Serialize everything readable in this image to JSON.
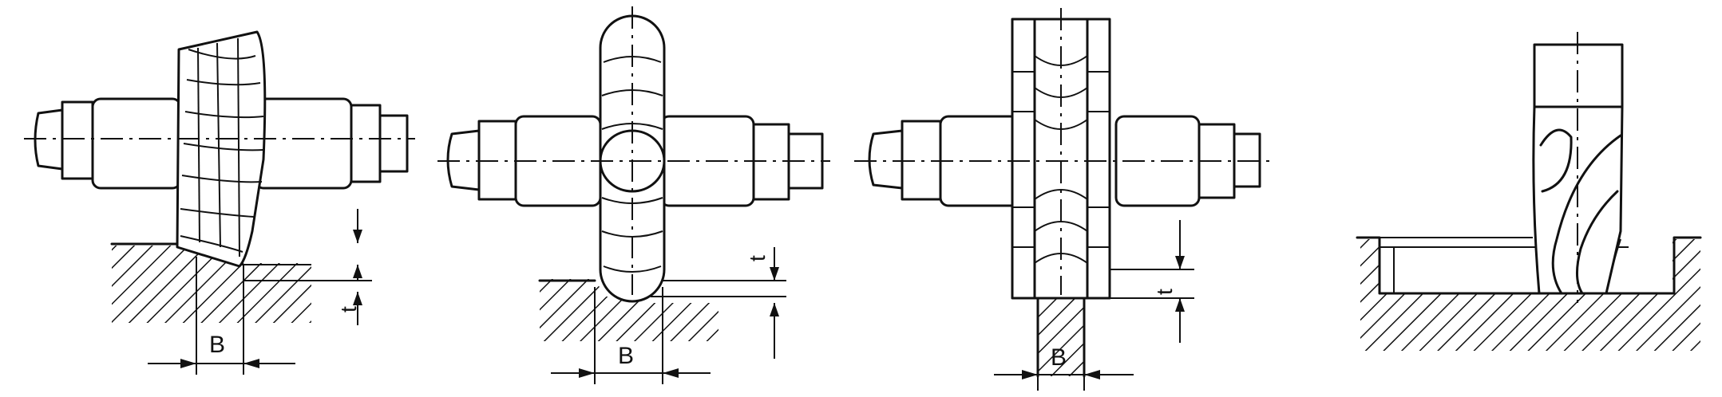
{
  "figures": [
    {
      "id": "bevel-cutter",
      "labels": {
        "width": "B",
        "depth": "t"
      }
    },
    {
      "id": "disc-cutter",
      "labels": {
        "width": "B",
        "depth": "t"
      }
    },
    {
      "id": "slotted-disc-cutter",
      "labels": {
        "width": "B",
        "depth": "t"
      }
    },
    {
      "id": "end-mill",
      "labels": {}
    }
  ]
}
